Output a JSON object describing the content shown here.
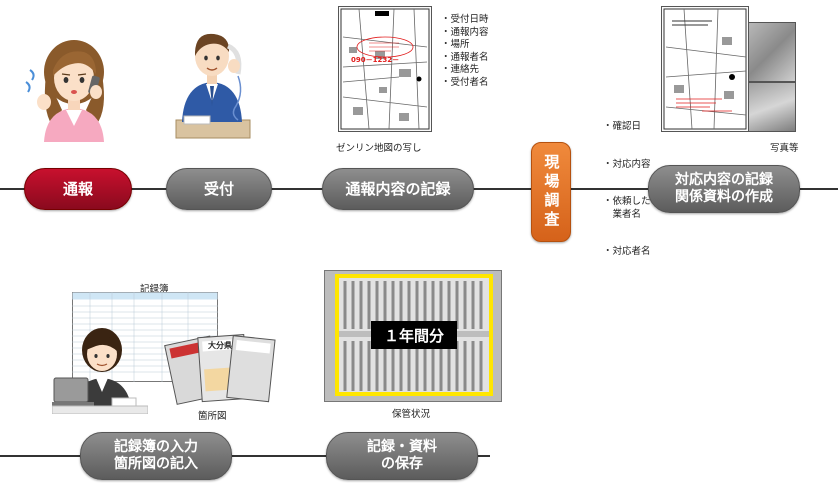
{
  "steps": {
    "report": "通報",
    "reception": "受付",
    "record_report": "通報内容の記録",
    "field_survey": "現場調査",
    "response_record": "対応内容の記録\n関係資料の作成",
    "logbook_input": "記録簿の入力\n箇所図の記入",
    "storage": "記録・資料\nの保存"
  },
  "record_items": [
    "・受付日時",
    "・通報内容",
    "・場所",
    "・通報者名",
    "・連絡先",
    "・受付者名"
  ],
  "response_items": [
    "・確認日",
    "・対応内容",
    "・依頼した\n　業者名",
    "・対応者名"
  ],
  "captions": {
    "zenrin_map": "ゼンリン地図の写し",
    "photos": "写真等",
    "logbook": "記録簿",
    "location_map": "箇所図",
    "storage_status": "保管状況",
    "one_year": "１年間分"
  },
  "map_snippets": {
    "phone": "090－1232－",
    "booklet": "大分県"
  },
  "colors": {
    "gray_step": "#6e6e6e",
    "report_red": "#a80c24",
    "survey_orange": "#e8762a",
    "highlight_yellow": "#ffe600"
  }
}
